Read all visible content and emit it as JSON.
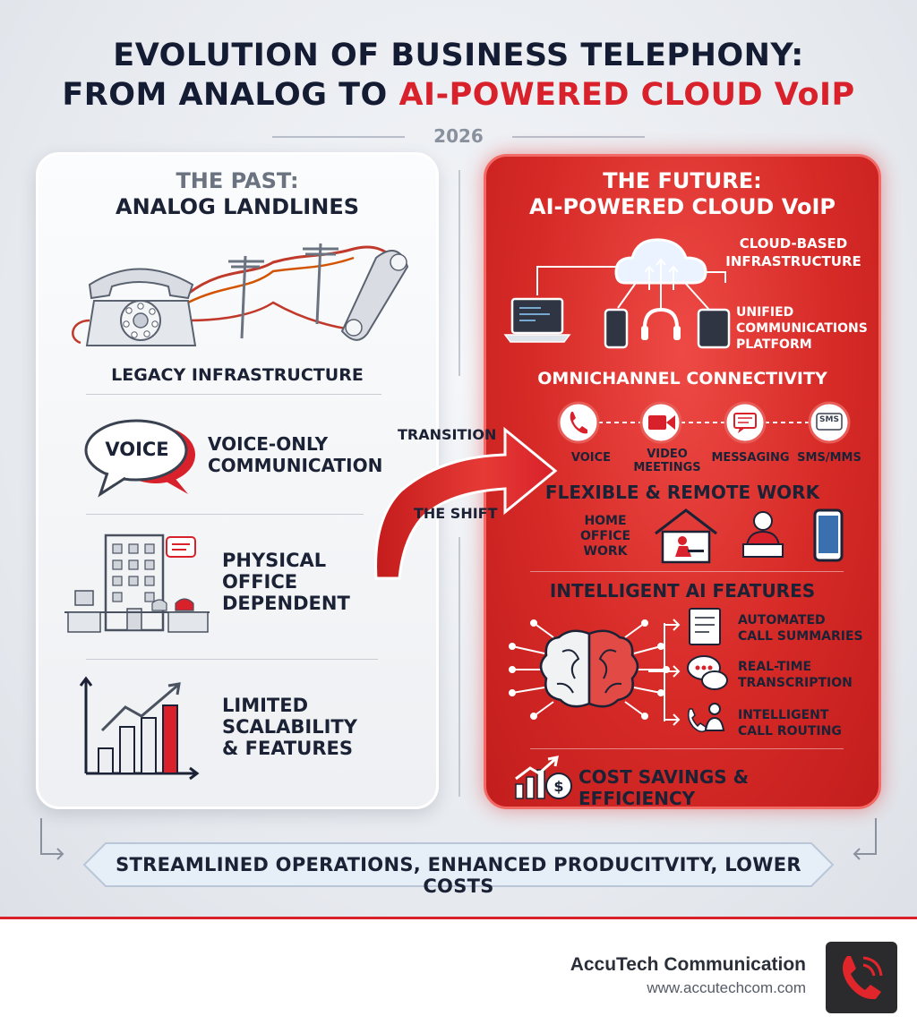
{
  "header": {
    "title_line1": "EVOLUTION OF BUSINESS TELEPHONY:",
    "title_line2_part1": "FROM ANALOG TO ",
    "title_line2_part2": "AI-POWERED CLOUD VoIP",
    "year": "2026"
  },
  "past": {
    "heading1": "THE PAST:",
    "heading2": "ANALOG LANDLINES",
    "legacy": "LEGACY INFRASTRUCTURE",
    "voice_bubble": "VOICE",
    "voice_line1": "VOICE-ONLY",
    "voice_line2": "COMMUNICATION",
    "office_line1": "PHYSICAL",
    "office_line2": "OFFICE",
    "office_line3": "DEPENDENT",
    "scal_line1": "LIMITED",
    "scal_line2": "SCALABILITY",
    "scal_line3": "& FEATURES"
  },
  "transition": {
    "top": "TRANSITION",
    "bottom": "THE SHIFT"
  },
  "future": {
    "heading1": "THE FUTURE:",
    "heading2": "AI-POWERED CLOUD VoIP",
    "cloud_line1": "CLOUD-BASED",
    "cloud_line2": "INFRASTRUCTURE",
    "ucp_line1": "UNIFIED",
    "ucp_line2": "COMMUNICATIONS",
    "ucp_line3": "PLATFORM",
    "omni": "OMNICHANNEL CONNECTIVITY",
    "ch_voice": "VOICE",
    "ch_video1": "VIDEO",
    "ch_video2": "MEETINGS",
    "ch_msg": "MESSAGING",
    "ch_sms": "SMS/MMS",
    "sms_icon_text": "SMS",
    "flex": "FLEXIBLE & REMOTE WORK",
    "home1": "HOME",
    "home2": "OFFICE",
    "home3": "WORK",
    "ai": "INTELLIGENT AI FEATURES",
    "ai1_line1": "AUTOMATED",
    "ai1_line2": "CALL SUMMARIES",
    "ai2_line1": "REAL-TIME",
    "ai2_line2": "TRANSCRIPTION",
    "ai3_line1": "INTELLIGENT",
    "ai3_line2": "CALL ROUTING",
    "cost": "COST SAVINGS & EFFICIENCY"
  },
  "banner": "STREAMLINED OPERATIONS, ENHANCED PRODUCITVITY, LOWER COSTS",
  "footer": {
    "company": "AccuTech Communication",
    "url": "www.accutechcom.com"
  },
  "colors": {
    "accent_red": "#d8212a",
    "navy": "#141c33"
  }
}
